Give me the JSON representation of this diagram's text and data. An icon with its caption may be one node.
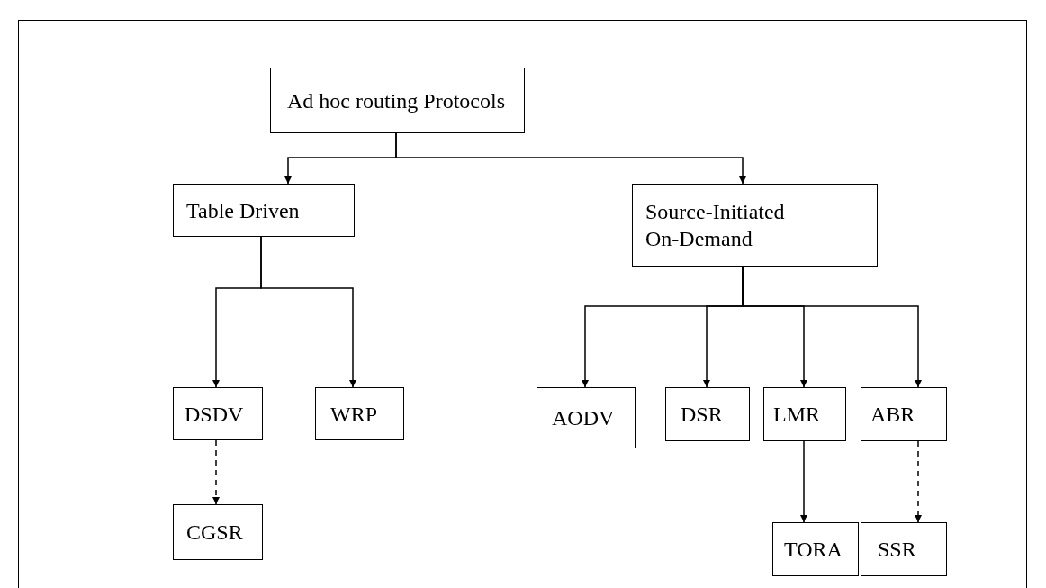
{
  "diagram": {
    "nodes": [
      {
        "text": [
          "Ad hoc routing Protocols"
        ]
      },
      {
        "text": [
          "Table Driven"
        ]
      },
      {
        "text": [
          "Source-Initiated On-Demand"
        ]
      },
      {
        "text": [
          "DSDV"
        ]
      },
      {
        "text": [
          "WRP"
        ]
      },
      {
        "text": [
          "AODV"
        ]
      },
      {
        "text": [
          "DSR"
        ]
      },
      {
        "text": [
          "LMR"
        ]
      },
      {
        "text": [
          "ABR"
        ]
      },
      {
        "text": [
          "CGSR"
        ]
      },
      {
        "text": [
          "TORA"
        ]
      },
      {
        "text": [
          "SSR"
        ]
      }
    ],
    "edges": [
      {
        "from": 0,
        "to": 1,
        "arrow": "to"
      },
      {
        "from": 0,
        "to": 2,
        "arrow": "to"
      },
      {
        "from": 1,
        "to": 3,
        "arrow": "to"
      },
      {
        "from": 1,
        "to": 4,
        "arrow": "to"
      },
      {
        "from": 2,
        "to": 5,
        "arrow": "to"
      },
      {
        "from": 2,
        "to": 6,
        "arrow": "to"
      },
      {
        "from": 2,
        "to": 7,
        "arrow": "to"
      },
      {
        "from": 2,
        "to": 8,
        "arrow": "to"
      },
      {
        "from": 3,
        "to": 9,
        "arrow": "to",
        "style": "dashed"
      },
      {
        "from": 7,
        "to": 10,
        "arrow": "to"
      },
      {
        "from": 8,
        "to": 11,
        "arrow": "to",
        "style": "dashed"
      }
    ]
  }
}
